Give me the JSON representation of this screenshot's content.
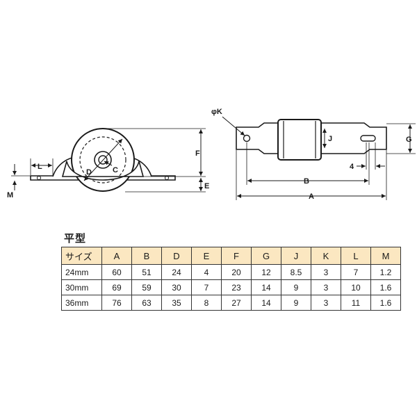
{
  "dimension_labels": {
    "L": "L",
    "M": "M",
    "D": "D",
    "C": "C",
    "F": "F",
    "E": "E",
    "phiK": "φK",
    "J": "J",
    "G": "G",
    "B": "B",
    "A": "A",
    "four": "4"
  },
  "title": "平型",
  "table": {
    "headers": [
      "サイズ",
      "A",
      "B",
      "D",
      "E",
      "F",
      "G",
      "J",
      "K",
      "L",
      "M"
    ],
    "rows": [
      [
        "24mm",
        "60",
        "51",
        "24",
        "4",
        "20",
        "12",
        "8.5",
        "3",
        "7",
        "1.2"
      ],
      [
        "30mm",
        "69",
        "59",
        "30",
        "7",
        "23",
        "14",
        "9",
        "3",
        "10",
        "1.6"
      ],
      [
        "36mm",
        "76",
        "63",
        "35",
        "8",
        "27",
        "14",
        "9",
        "3",
        "11",
        "1.6"
      ]
    ]
  },
  "colors": {
    "header_fill": "#fbe7c1",
    "line": "#1a1a1a"
  }
}
